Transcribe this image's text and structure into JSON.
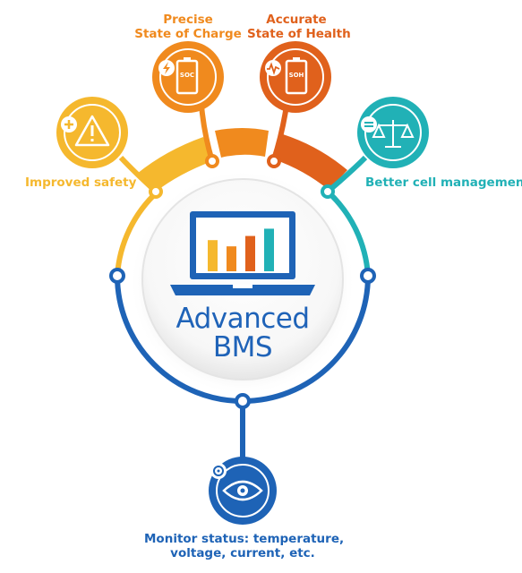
{
  "center": {
    "title_line1": "Advanced",
    "title_line2": "BMS"
  },
  "features": {
    "soc": {
      "line1": "Precise",
      "line2": "State of Charge",
      "badge": "SOC",
      "icon": "lightning-icon",
      "color": "#f08a1e"
    },
    "soh": {
      "line1": "Accurate",
      "line2": "State of Health",
      "badge": "SOH",
      "icon": "heartbeat-icon",
      "color": "#e0611c"
    },
    "safety": {
      "label": "Improved safety",
      "icon": "warning-triangle-icon",
      "color": "#f5b82e"
    },
    "cell": {
      "label": "Better cell management",
      "icon": "balance-scale-icon",
      "color": "#21b1b6"
    },
    "monitor": {
      "line1": "Monitor status: temperature,",
      "line2": "voltage, current, etc.",
      "icon": "eye-icon",
      "color": "#1e63b6"
    }
  },
  "bars": [
    {
      "color": "#f5b82e",
      "value": 0.6
    },
    {
      "color": "#f08a1e",
      "value": 0.48
    },
    {
      "color": "#e0611c",
      "value": 0.68
    },
    {
      "color": "#21b1b6",
      "value": 0.82
    }
  ]
}
